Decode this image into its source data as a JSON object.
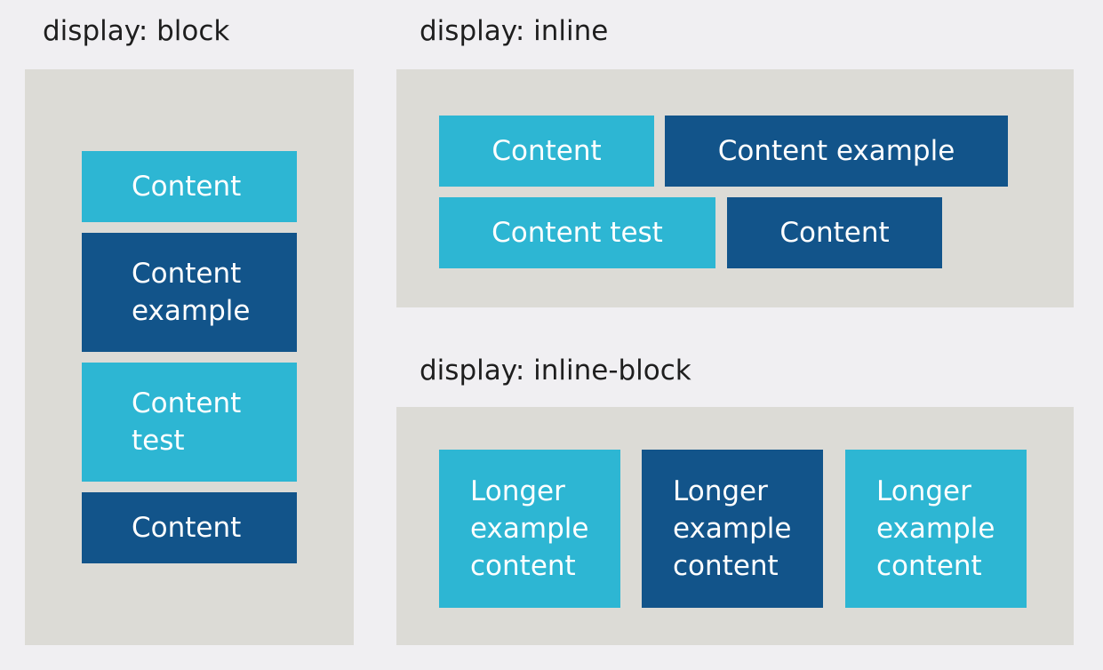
{
  "headings": {
    "block": "display: block",
    "inline": "display: inline",
    "inline_block": "display: inline-block"
  },
  "block_panel": {
    "items": [
      {
        "text": "Content",
        "tone": "light"
      },
      {
        "text": "Content\nexample",
        "tone": "dark"
      },
      {
        "text": "Content\ntest",
        "tone": "light"
      },
      {
        "text": "Content",
        "tone": "dark"
      }
    ]
  },
  "inline_panel": {
    "items": [
      {
        "text": "Content",
        "tone": "light"
      },
      {
        "text": "Content example",
        "tone": "dark"
      },
      {
        "text": "Content test",
        "tone": "light"
      },
      {
        "text": "Content",
        "tone": "dark"
      }
    ]
  },
  "inline_block_panel": {
    "items": [
      {
        "text": "Longer\nexample\ncontent",
        "tone": "light"
      },
      {
        "text": "Longer\nexample\ncontent",
        "tone": "dark"
      },
      {
        "text": "Longer\nexample\ncontent",
        "tone": "light"
      }
    ]
  },
  "colors": {
    "page_background": "#f0eff2",
    "panel_background": "#dcdbd6",
    "light_box": "#2db6d3",
    "dark_box": "#12548a",
    "box_text": "#ffffff",
    "heading_text": "#1e1e1e"
  }
}
